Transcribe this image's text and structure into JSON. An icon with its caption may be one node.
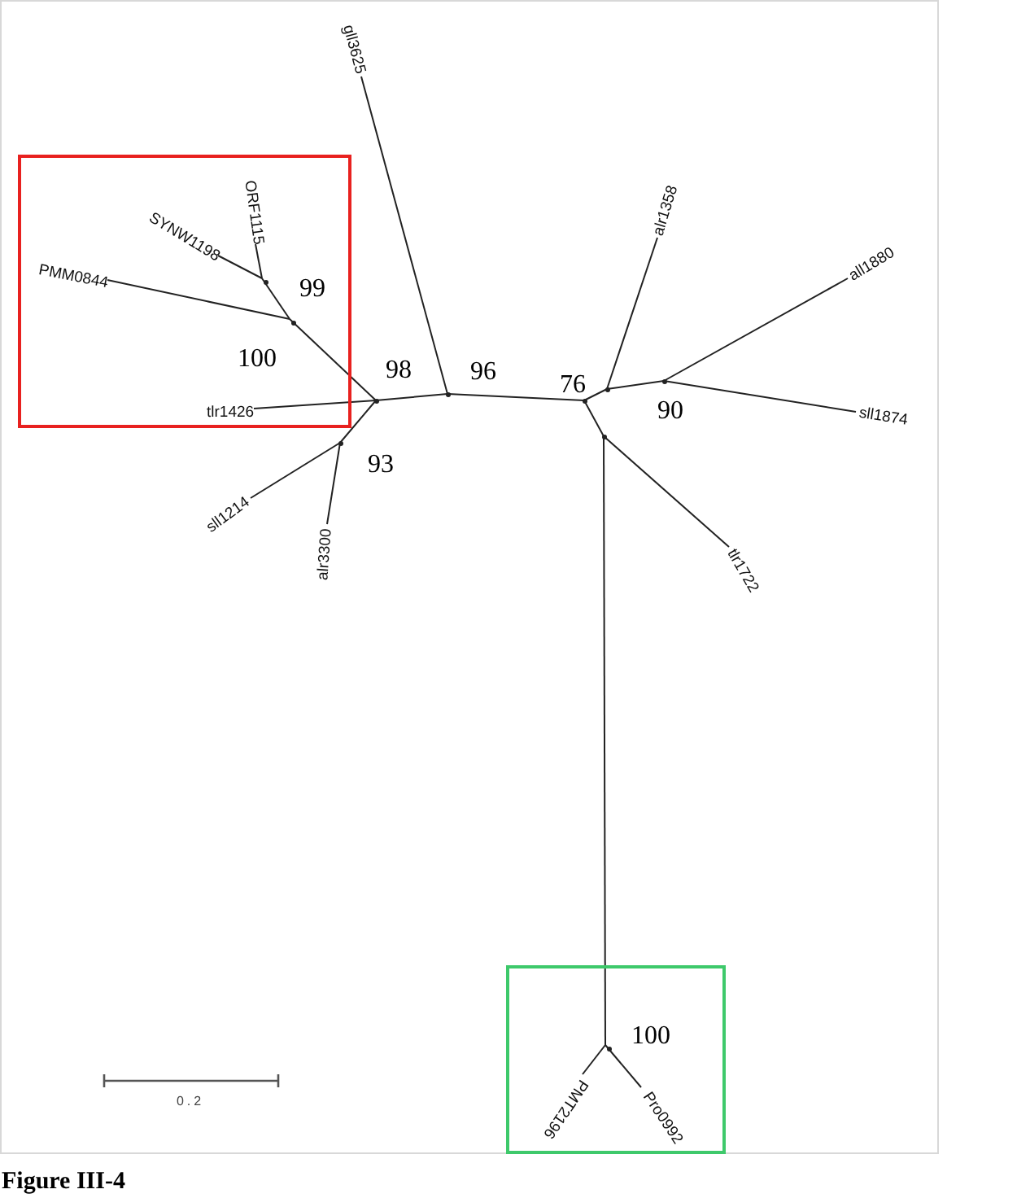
{
  "diagram": {
    "caption": "Figure III-4",
    "nodes": [
      {
        "text": [],
        "shape": "box"
      },
      {
        "text": [
          "gll3625"
        ]
      },
      {
        "text": [
          "ORF1115"
        ],
        "in": 0
      },
      {
        "text": [
          "SYNW1198"
        ],
        "in": 0
      },
      {
        "text": [
          "PMM0844"
        ],
        "in": 0
      },
      {
        "text": [
          "tlr1426"
        ],
        "in": 0
      },
      {
        "text": [
          "alr1358"
        ]
      },
      {
        "text": [
          "all1880"
        ]
      },
      {
        "text": [
          "sll1874"
        ]
      },
      {
        "text": [
          "sll1214"
        ]
      },
      {
        "text": [
          "alr3300"
        ]
      },
      {
        "text": [
          "tlr1722"
        ]
      },
      {
        "text": [],
        "shape": "box"
      },
      {
        "text": [
          "PMT2196"
        ],
        "in": 12
      },
      {
        "text": [
          "Pro0992"
        ],
        "in": 12
      },
      {
        "text": [],
        "shape": "point",
        "in": 0,
        "beside": [
          "99"
        ]
      },
      {
        "text": [],
        "shape": "point",
        "in": 0,
        "beside": [
          "100"
        ]
      },
      {
        "text": [],
        "shape": "point",
        "beside": [
          "98"
        ]
      },
      {
        "text": [],
        "shape": "point",
        "beside": [
          "93"
        ]
      },
      {
        "text": [],
        "shape": "point",
        "beside": [
          "96"
        ]
      },
      {
        "text": [],
        "shape": "point",
        "beside": [
          "76"
        ]
      },
      {
        "text": [],
        "shape": "point"
      },
      {
        "text": [],
        "shape": "point",
        "beside": [
          "90"
        ]
      },
      {
        "text": [],
        "shape": "point"
      },
      {
        "text": [],
        "shape": "point",
        "in": 12,
        "beside": [
          "100"
        ]
      }
    ],
    "edges": [
      {
        "from": 15,
        "to": 2,
        "arrow": "none"
      },
      {
        "from": 15,
        "to": 3,
        "arrow": "none"
      },
      {
        "from": 16,
        "to": 15,
        "arrow": "none"
      },
      {
        "from": 16,
        "to": 4,
        "arrow": "none"
      },
      {
        "from": 17,
        "to": 16,
        "arrow": "none"
      },
      {
        "from": 17,
        "to": 5,
        "arrow": "none"
      },
      {
        "from": 17,
        "to": 18,
        "arrow": "none"
      },
      {
        "from": 18,
        "to": 9,
        "arrow": "none"
      },
      {
        "from": 18,
        "to": 10,
        "arrow": "none"
      },
      {
        "from": 17,
        "to": 19,
        "arrow": "none"
      },
      {
        "from": 19,
        "to": 1,
        "arrow": "none"
      },
      {
        "from": 19,
        "to": 20,
        "arrow": "none"
      },
      {
        "from": 20,
        "to": 21,
        "arrow": "none"
      },
      {
        "from": 21,
        "to": 6,
        "arrow": "none"
      },
      {
        "from": 21,
        "to": 22,
        "arrow": "none"
      },
      {
        "from": 22,
        "to": 7,
        "arrow": "none"
      },
      {
        "from": 22,
        "to": 8,
        "arrow": "none"
      },
      {
        "from": 20,
        "to": 23,
        "arrow": "none"
      },
      {
        "from": 23,
        "to": 11,
        "arrow": "none"
      },
      {
        "from": 23,
        "to": 24,
        "arrow": "none"
      },
      {
        "from": 24,
        "to": 13,
        "arrow": "none"
      },
      {
        "from": 24,
        "to": 14,
        "arrow": "none"
      }
    ],
    "labels": [
      "0.2"
    ]
  }
}
